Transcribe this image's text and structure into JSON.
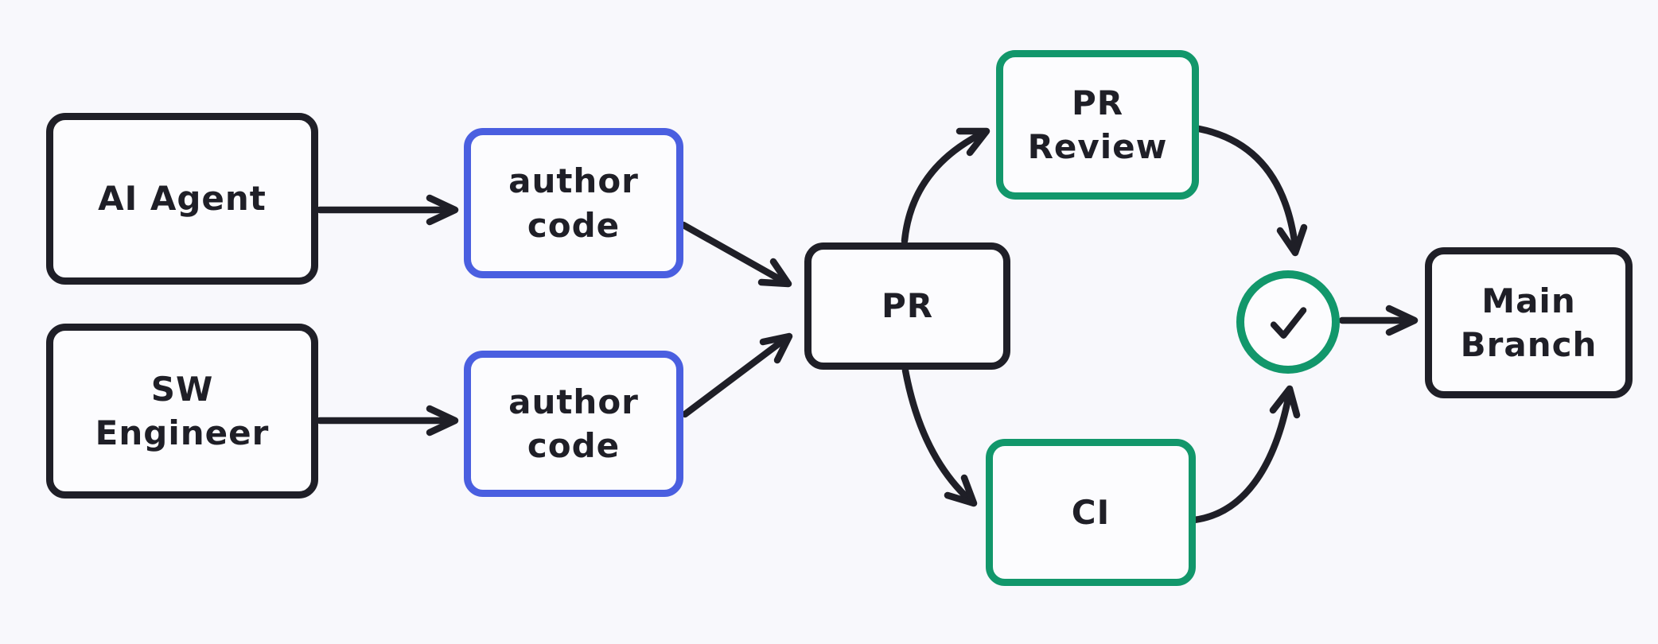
{
  "diagram": {
    "background": "#f8f8fc",
    "colors": {
      "stroke_black": "#1f1f27",
      "accent_blue": "#4a5fe0",
      "accent_green": "#12976b",
      "node_fill": "#fcfcfe"
    },
    "nodes": {
      "ai_agent": {
        "label": "AI Agent"
      },
      "sw_engineer": {
        "label": "SW Engineer"
      },
      "author_code_top": {
        "label": "author code"
      },
      "author_code_bottom": {
        "label": "author code"
      },
      "pr": {
        "label": "PR"
      },
      "pr_review": {
        "label": "PR Review"
      },
      "ci": {
        "label": "CI"
      },
      "check": {
        "icon": "checkmark"
      },
      "main_branch": {
        "label": "Main Branch"
      }
    },
    "edges": [
      {
        "from": "ai_agent",
        "to": "author_code_top"
      },
      {
        "from": "sw_engineer",
        "to": "author_code_bottom"
      },
      {
        "from": "author_code_top",
        "to": "pr"
      },
      {
        "from": "author_code_bottom",
        "to": "pr"
      },
      {
        "from": "pr",
        "to": "pr_review"
      },
      {
        "from": "pr",
        "to": "ci"
      },
      {
        "from": "pr_review",
        "to": "check"
      },
      {
        "from": "ci",
        "to": "check"
      },
      {
        "from": "check",
        "to": "main_branch"
      }
    ]
  }
}
